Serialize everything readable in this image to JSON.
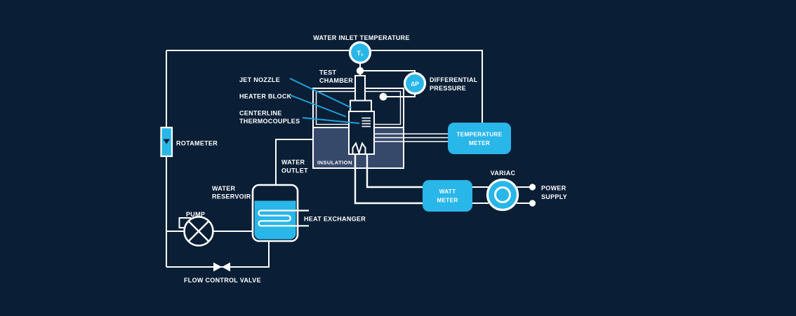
{
  "colors": {
    "background": "#0a1f36",
    "line_white": "#ffffff",
    "accent_cyan": "#29b6e9",
    "leader_cyan": "#21a1dc",
    "insulation_fill": "#37496b"
  },
  "labels": {
    "water_inlet_temperature": "WATER INLET TEMPERATURE",
    "test_chamber": [
      "TEST",
      "CHAMBER"
    ],
    "jet_nozzle": "JET NOZZLE",
    "heater_block": "HEATER BLOCK",
    "centerline_thermocouples": [
      "CENTERLINE",
      "THERMOCOUPLES"
    ],
    "differential_pressure": [
      "DIFFERENTIAL",
      "PRESSURE"
    ],
    "rotameter": "ROTAMETER",
    "insulation": "INSULATION",
    "water_outlet": [
      "WATER",
      "OUTLET"
    ],
    "water_reservoir": [
      "WATER",
      "RESERVOIR"
    ],
    "heat_exchanger": "HEAT EXCHANGER",
    "pump": "PUMP",
    "flow_control_valve": "FLOW CONTROL VALVE",
    "variac": "VARIAC",
    "power_supply": [
      "POWER",
      "SUPPLY"
    ]
  },
  "sensors": {
    "inlet_temperature_tag": "T₁",
    "differential_pressure_tag": "ΔP"
  },
  "meters": {
    "temperature_meter": [
      "TEMPERATURE",
      "METER"
    ],
    "watt_meter": [
      "WATT",
      "METER"
    ]
  }
}
